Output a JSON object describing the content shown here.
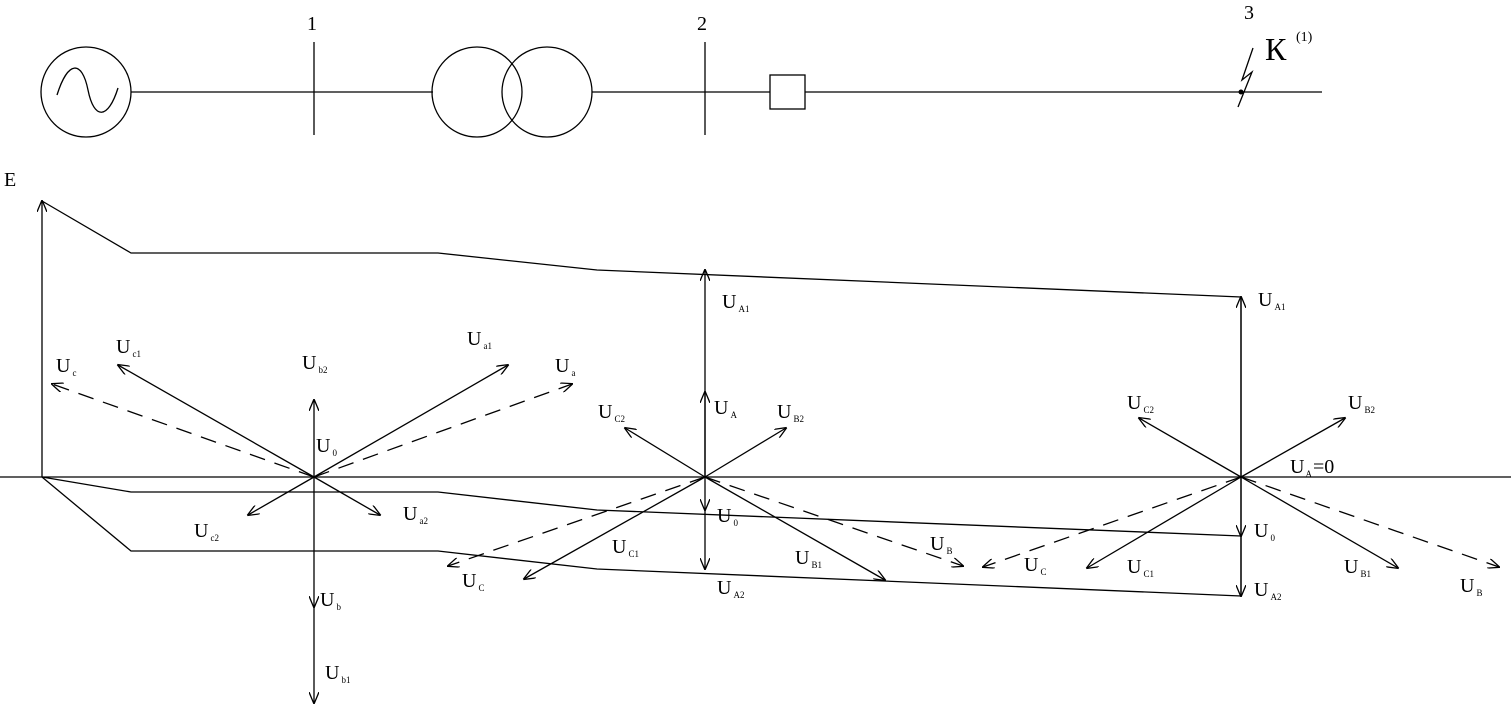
{
  "scheme": {
    "bus_labels": [
      "1",
      "2",
      "3"
    ],
    "fault_symbol": "К",
    "fault_superscript": "(1)"
  },
  "axis": {
    "e_label": "E"
  },
  "labels": {
    "g1": {
      "Uc": {
        "main": "U",
        "sub": "c"
      },
      "Uc1": {
        "main": "U",
        "sub": "c1"
      },
      "Ub2": {
        "main": "U",
        "sub": "b2"
      },
      "Ua1": {
        "main": "U",
        "sub": "a1"
      },
      "Ua": {
        "main": "U",
        "sub": "a"
      },
      "U0": {
        "main": "U",
        "sub": "0"
      },
      "Uc2": {
        "main": "U",
        "sub": "c2"
      },
      "Ua2": {
        "main": "U",
        "sub": "a2"
      },
      "Ub": {
        "main": "U",
        "sub": "b"
      },
      "Ub1": {
        "main": "U",
        "sub": "b1"
      }
    },
    "g2": {
      "UA1": {
        "main": "U",
        "sub": "A1"
      },
      "UC2": {
        "main": "U",
        "sub": "C2"
      },
      "UA": {
        "main": "U",
        "sub": "A"
      },
      "UB2": {
        "main": "U",
        "sub": "B2"
      },
      "U0": {
        "main": "U",
        "sub": "0"
      },
      "UC1": {
        "main": "U",
        "sub": "C1"
      },
      "UB1": {
        "main": "U",
        "sub": "B1"
      },
      "UB": {
        "main": "U",
        "sub": "B"
      },
      "UC": {
        "main": "U",
        "sub": "C"
      },
      "UA2": {
        "main": "U",
        "sub": "A2"
      }
    },
    "g3": {
      "UA1": {
        "main": "U",
        "sub": "A1"
      },
      "UC2": {
        "main": "U",
        "sub": "C2"
      },
      "UB2": {
        "main": "U",
        "sub": "B2"
      },
      "UA0": {
        "main": "U",
        "sub": "A",
        "tail": "=0"
      },
      "U0": {
        "main": "U",
        "sub": "0"
      },
      "UC": {
        "main": "U",
        "sub": "C"
      },
      "UC1": {
        "main": "U",
        "sub": "C1"
      },
      "UB1": {
        "main": "U",
        "sub": "B1"
      },
      "UB": {
        "main": "U",
        "sub": "B"
      },
      "UA2": {
        "main": "U",
        "sub": "A2"
      }
    }
  }
}
